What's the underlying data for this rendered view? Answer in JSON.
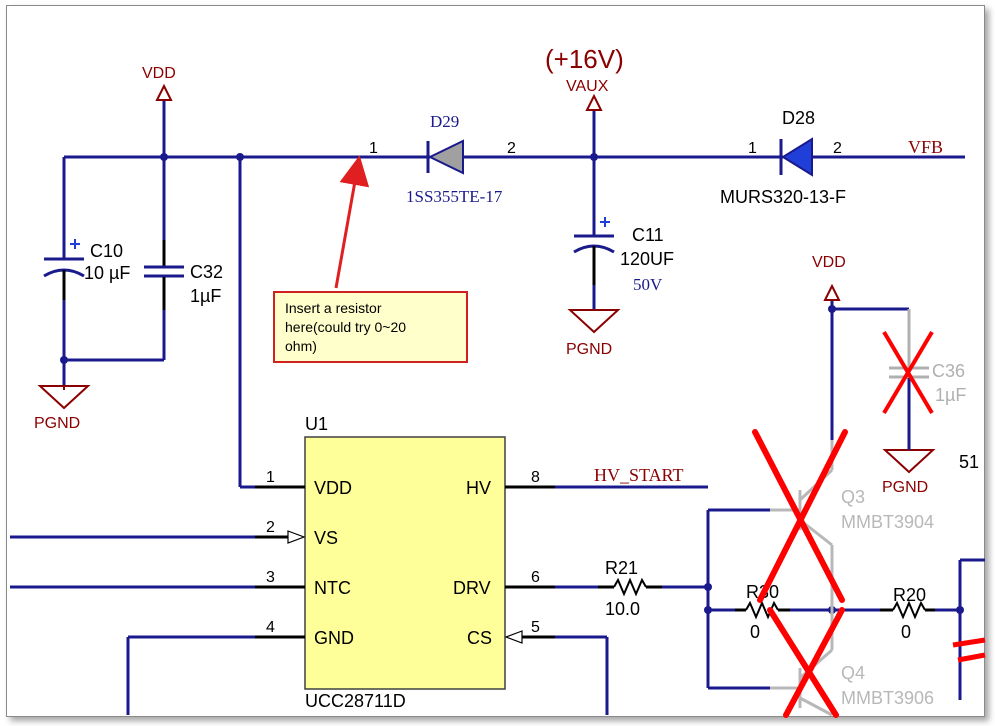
{
  "nets": {
    "vdd_left": "VDD",
    "vdd_right": "VDD",
    "vaux": "VAUX",
    "vaux_voltage": "(+16V)",
    "vfb": "VFB",
    "hv_start": "HV_START",
    "pgnd_left": "PGND",
    "pgnd_c11": "PGND",
    "pgnd_c36": "PGND"
  },
  "components": {
    "d29": {
      "ref": "D29",
      "value": "1SS355TE-17",
      "pin1": "1",
      "pin2": "2"
    },
    "d28": {
      "ref": "D28",
      "value": "MURS320-13-F",
      "pin1": "1",
      "pin2": "2"
    },
    "c10": {
      "ref": "C10",
      "value": "10 µF"
    },
    "c32": {
      "ref": "C32",
      "value": "1µF"
    },
    "c11": {
      "ref": "C11",
      "value": "120UF",
      "voltage": "50V"
    },
    "c36": {
      "ref": "C36",
      "value": "1µF"
    },
    "r21": {
      "ref": "R21",
      "value": "10.0"
    },
    "r30": {
      "ref": "R30",
      "value": "0"
    },
    "r20": {
      "ref": "R20",
      "value": "0"
    },
    "q3": {
      "ref": "Q3",
      "value": "MMBT3904"
    },
    "q4": {
      "ref": "Q4",
      "value": "MMBT3906"
    },
    "u1": {
      "ref": "U1",
      "part": "UCC28711D",
      "pins": [
        {
          "num": "1",
          "name": "VDD"
        },
        {
          "num": "2",
          "name": "VS"
        },
        {
          "num": "3",
          "name": "NTC"
        },
        {
          "num": "4",
          "name": "GND"
        },
        {
          "num": "8",
          "name": "HV"
        },
        {
          "num": "6",
          "name": "DRV"
        },
        {
          "num": "5",
          "name": "CS"
        }
      ]
    },
    "partial_label": "51"
  },
  "annotation": {
    "text": "Insert a resistor\nhere(could try 0~20\nohm)"
  },
  "colors": {
    "wire": "#1a1a8c",
    "net_label": "#8b0000",
    "pin_number": "#000000",
    "cross_out": "#ff0000",
    "ic_fill": "#ffff99",
    "note_fill": "#ffffcc",
    "arrow": "#e02020"
  }
}
